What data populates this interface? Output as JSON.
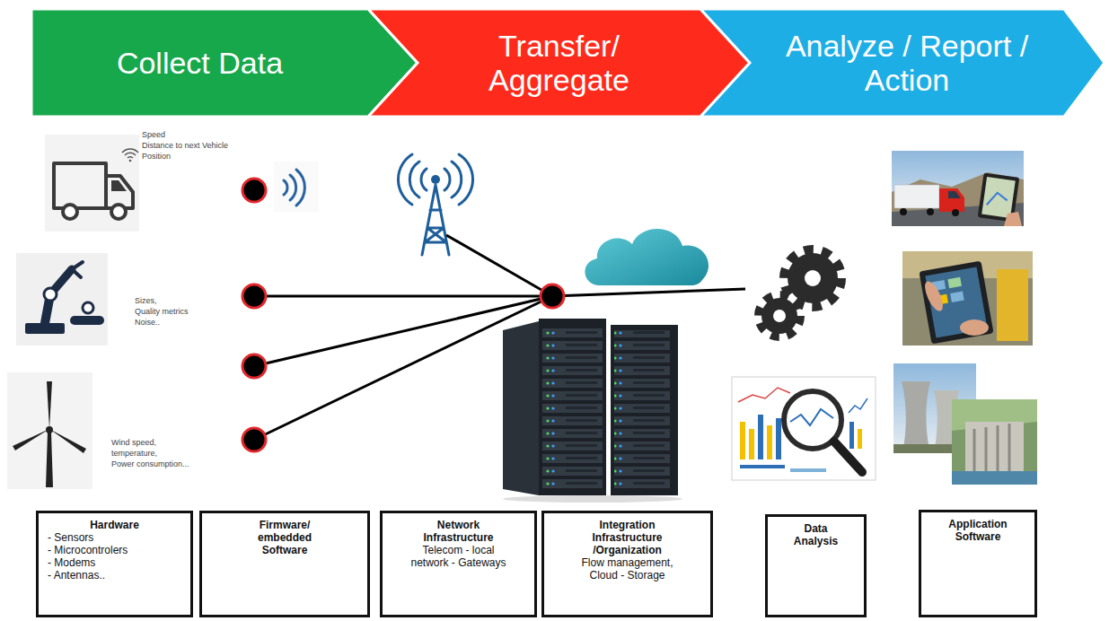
{
  "diagram": {
    "nodes": [
      {
        "text": [
          "Collect Data"
        ]
      },
      {
        "text": [
          "Transfer/ Aggregate"
        ]
      },
      {
        "text": [
          "Analyze / Report / Action"
        ]
      },
      {
        "text": [
          "Hardware",
          "- Sensors",
          "- Microcontrolers",
          "- Modems",
          "- Antennas.."
        ]
      },
      {
        "text": [
          "Firmware/ embedded Software"
        ]
      },
      {
        "text": [
          "Network Infrastructure",
          "Telecom - local network - Gateways"
        ]
      },
      {
        "text": [
          "Integration Infrastructure /Organization",
          "Flow management, Cloud - Storage"
        ]
      },
      {
        "text": [
          "Data Analysis"
        ]
      },
      {
        "text": [
          "Application Software"
        ]
      }
    ],
    "labels": [
      "Speed",
      "Distance to next Vehicle",
      "Position",
      "Sizes,",
      "Quality metrics",
      "Noise..",
      "Wind speed,",
      "temperature,",
      "Power consumption..."
    ]
  }
}
